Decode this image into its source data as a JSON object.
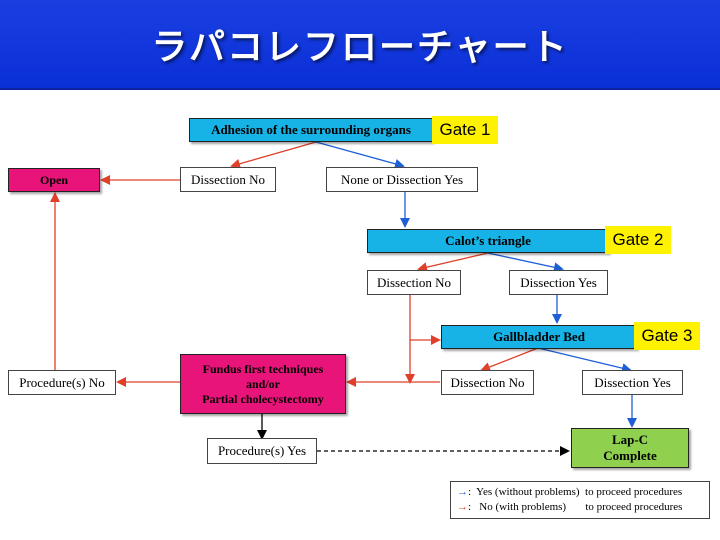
{
  "title": "ラパコレフローチャート",
  "gates": {
    "gate1": "Gate 1",
    "gate2": "Gate 2",
    "gate3": "Gate 3"
  },
  "nodes": {
    "adhesion": "Adhesion of the surrounding organs",
    "open": "Open",
    "dissection_no_1": "Dissection No",
    "none_or_dissection_yes": "None or Dissection Yes",
    "calots_triangle": "Calot’s triangle",
    "dissection_no_2": "Dissection No",
    "dissection_yes_2": "Dissection Yes",
    "gallbladder_bed": "Gallbladder Bed",
    "fundus_line1": "Fundus first techniques",
    "fundus_line2": "and/or",
    "fundus_line3": "Partial cholecystectomy",
    "procedures_no": "Procedure(s) No",
    "dissection_no_3": "Dissection No",
    "dissection_yes_3": "Dissection Yes",
    "procedures_yes": "Procedure(s) Yes",
    "lapc_line1": "Lap-C",
    "lapc_line2": "Complete"
  },
  "legend": {
    "blue_arrow": "→",
    "blue_text": ":  Yes (without problems)  to proceed procedures",
    "red_arrow": "→",
    "red_text": ":   No (with problems)       to proceed procedures"
  },
  "colors": {
    "title_bar": "#0a2fd8",
    "cyan_box": "#17b3e6",
    "pink_box": "#e8147a",
    "green_box": "#8fd14f",
    "gate_label": "#fff200",
    "yes_arrow": "#1f5fd6",
    "no_arrow": "#e0402a"
  }
}
